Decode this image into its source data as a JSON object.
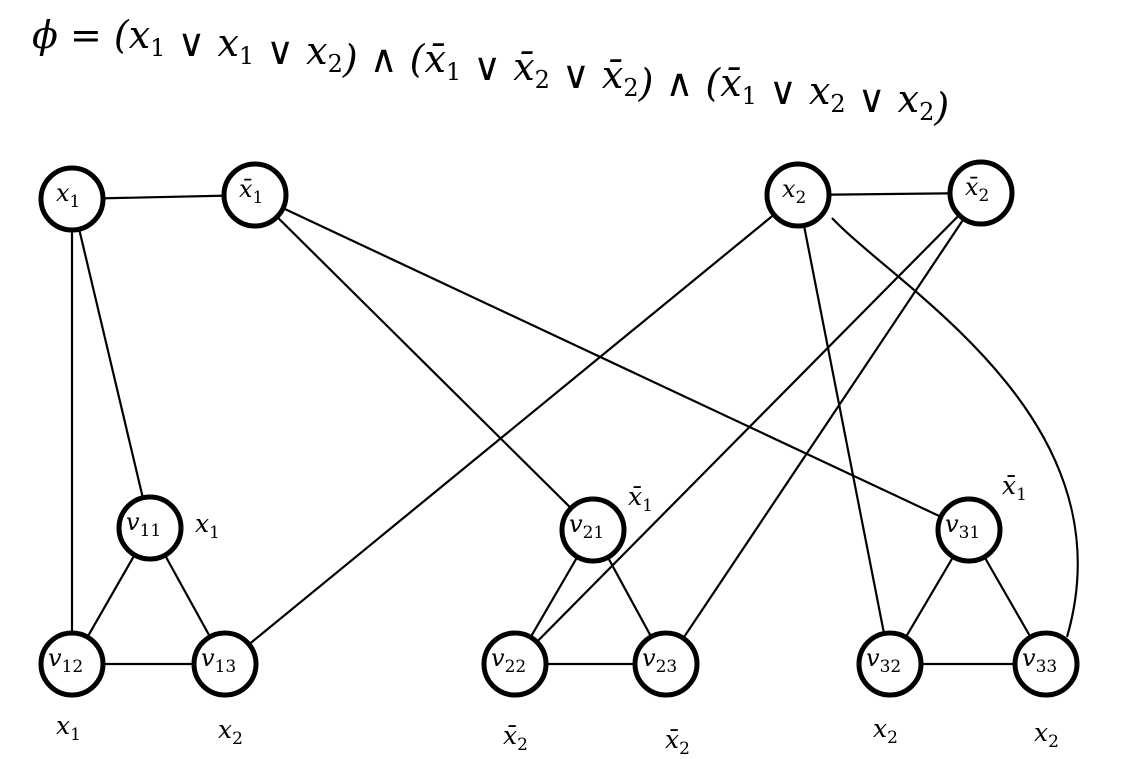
{
  "formula": {
    "text": "ϕ = (x₁ ∨ x₁ ∨ x₂) ∧ (x̄₁ ∨ x̄₂ ∨ x̄₂) ∧ (x̄₁ ∨ x₂ ∨ x₂)",
    "parts": [
      {
        "t": "ϕ = ("
      },
      {
        "t": "x",
        "s": "1"
      },
      {
        "t": " ∨ "
      },
      {
        "t": "x",
        "s": "1"
      },
      {
        "t": " ∨ "
      },
      {
        "t": "x",
        "s": "2"
      },
      {
        "t": ") ∧ ("
      },
      {
        "t": "x̄",
        "s": "1"
      },
      {
        "t": " ∨ "
      },
      {
        "t": "x̄",
        "s": "2"
      },
      {
        "t": " ∨ "
      },
      {
        "t": "x̄",
        "s": "2"
      },
      {
        "t": ") ∧ ("
      },
      {
        "t": "x̄",
        "s": "1"
      },
      {
        "t": " ∨ "
      },
      {
        "t": "x",
        "s": "2"
      },
      {
        "t": " ∨ "
      },
      {
        "t": "x",
        "s": "2"
      },
      {
        "t": ")"
      }
    ]
  },
  "nodes": [
    {
      "id": "x1",
      "base": "x",
      "bar": false,
      "sub": "1"
    },
    {
      "id": "nx1",
      "base": "x",
      "bar": true,
      "sub": "1"
    },
    {
      "id": "x2",
      "base": "x",
      "bar": false,
      "sub": "2"
    },
    {
      "id": "nx2",
      "base": "x",
      "bar": true,
      "sub": "2"
    },
    {
      "id": "v11",
      "base": "v",
      "bar": false,
      "sub": "11",
      "side": {
        "base": "x",
        "bar": false,
        "sub": "1"
      }
    },
    {
      "id": "v12",
      "base": "v",
      "bar": false,
      "sub": "12",
      "side": {
        "base": "x",
        "bar": false,
        "sub": "1"
      }
    },
    {
      "id": "v13",
      "base": "v",
      "bar": false,
      "sub": "13",
      "side": {
        "base": "x",
        "bar": false,
        "sub": "2"
      }
    },
    {
      "id": "v21",
      "base": "v",
      "bar": false,
      "sub": "21",
      "side": {
        "base": "x",
        "bar": true,
        "sub": "1"
      }
    },
    {
      "id": "v22",
      "base": "v",
      "bar": false,
      "sub": "22",
      "side": {
        "base": "x",
        "bar": true,
        "sub": "2"
      }
    },
    {
      "id": "v23",
      "base": "v",
      "bar": false,
      "sub": "23",
      "side": {
        "base": "x",
        "bar": true,
        "sub": "2"
      }
    },
    {
      "id": "v31",
      "base": "v",
      "bar": false,
      "sub": "31",
      "side": {
        "base": "x",
        "bar": true,
        "sub": "1"
      }
    },
    {
      "id": "v32",
      "base": "v",
      "bar": false,
      "sub": "32",
      "side": {
        "base": "x",
        "bar": false,
        "sub": "2"
      }
    },
    {
      "id": "v33",
      "base": "v",
      "bar": false,
      "sub": "33",
      "side": {
        "base": "x",
        "bar": false,
        "sub": "2"
      }
    }
  ],
  "edges": [
    [
      "x1",
      "nx1"
    ],
    [
      "x2",
      "nx2"
    ],
    [
      "v11",
      "v12"
    ],
    [
      "v11",
      "v13"
    ],
    [
      "v12",
      "v13"
    ],
    [
      "v21",
      "v22"
    ],
    [
      "v21",
      "v23"
    ],
    [
      "v22",
      "v23"
    ],
    [
      "v31",
      "v32"
    ],
    [
      "v31",
      "v33"
    ],
    [
      "v32",
      "v33"
    ],
    [
      "x1",
      "v11"
    ],
    [
      "x1",
      "v12"
    ],
    [
      "x2",
      "v13"
    ],
    [
      "nx1",
      "v21"
    ],
    [
      "nx2",
      "v22"
    ],
    [
      "nx2",
      "v23"
    ],
    [
      "nx1",
      "v31"
    ],
    [
      "x2",
      "v32"
    ],
    [
      "x2",
      "v33"
    ]
  ]
}
